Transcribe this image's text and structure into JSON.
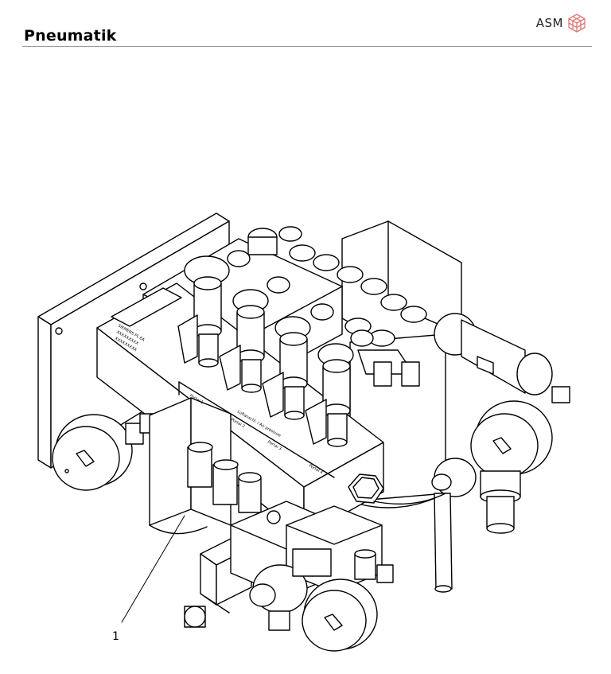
{
  "header": {
    "title": "Pneumatik",
    "brand": "ASM"
  },
  "drawing": {
    "callout": "1",
    "plate_text": [
      "SIEMENS PL EA",
      "XXXXXXXXX",
      "XXXXXXXXX"
    ],
    "port_labels": [
      "Portal 1",
      "Portal 2",
      "Luftanschl. / Air pressure",
      "Portal 3",
      "Portal 4"
    ]
  },
  "colors": {
    "line": "#000000",
    "rule": "#9a9a9a",
    "logo": "#e07a78"
  }
}
